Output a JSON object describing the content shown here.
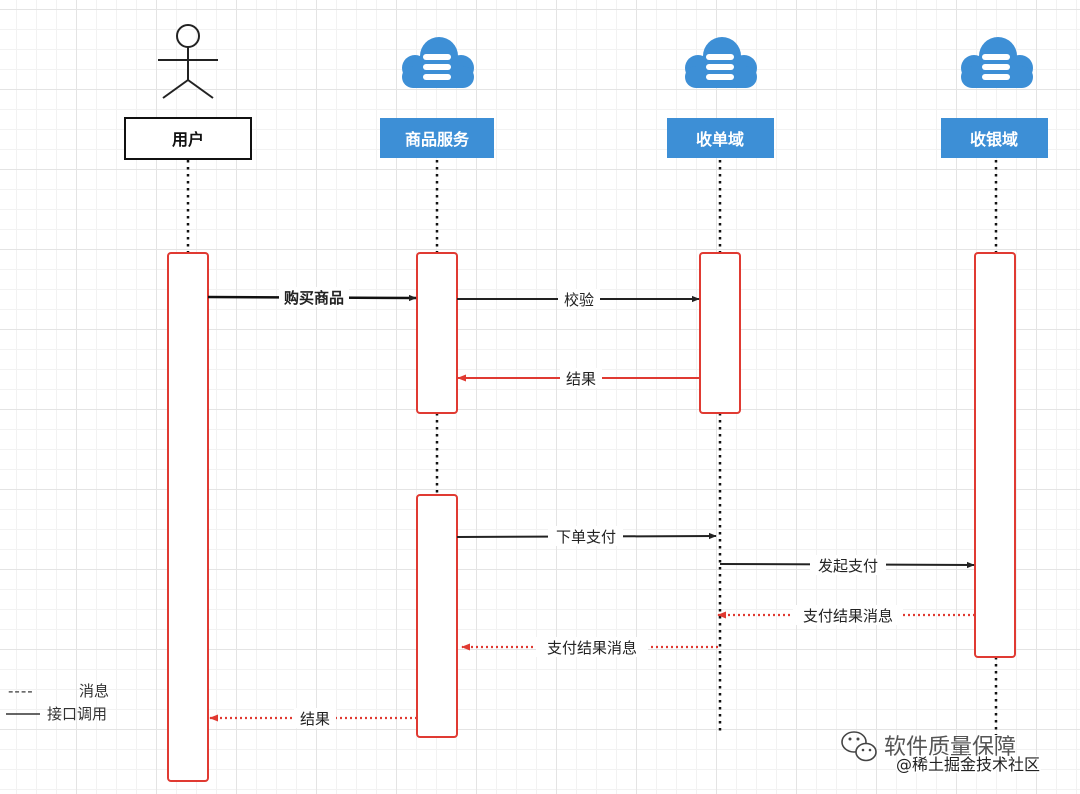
{
  "participants": {
    "user": "用户",
    "goods": "商品服务",
    "order": "收单域",
    "cashier": "收银域"
  },
  "messages": {
    "m1": "购买商品",
    "m2": "校验",
    "m3": "结果",
    "m4": "下单支付",
    "m5": "发起支付",
    "m6": "支付结果消息",
    "m7": "支付结果消息",
    "m8": "结果"
  },
  "legend": {
    "dashed_symbol": "----",
    "dashed_label": "消息",
    "solid_label": "接口调用"
  },
  "watermark": {
    "line1": "软件质量保障",
    "line2": "@稀土掘金技术社区"
  },
  "colors": {
    "accent_blue": "#3d8fd6",
    "activation_red": "#e03a32",
    "async_red": "#e03a32",
    "sync_black": "#222222"
  }
}
